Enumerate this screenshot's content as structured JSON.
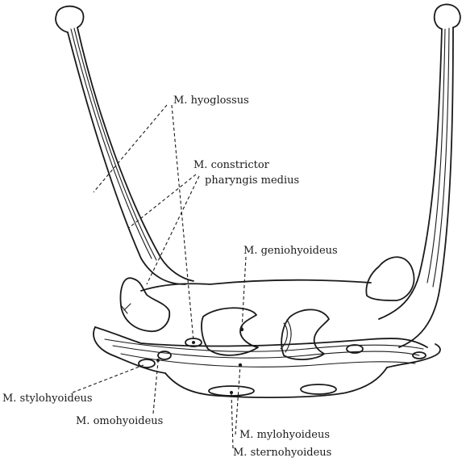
{
  "labels": {
    "hyoglossus": "M. hyoglossus",
    "constrictor_1": "M. constrictor",
    "constrictor_2": "pharyngis medius",
    "geniohyoideus": "M. geniohyoideus",
    "stylohyoideus": "M. stylohyoideus",
    "omohyoideus": "M. omohyoideus",
    "mylohyoideus": "M. mylohyoideus",
    "sternohyoideus": "M. sternohyoideus"
  }
}
